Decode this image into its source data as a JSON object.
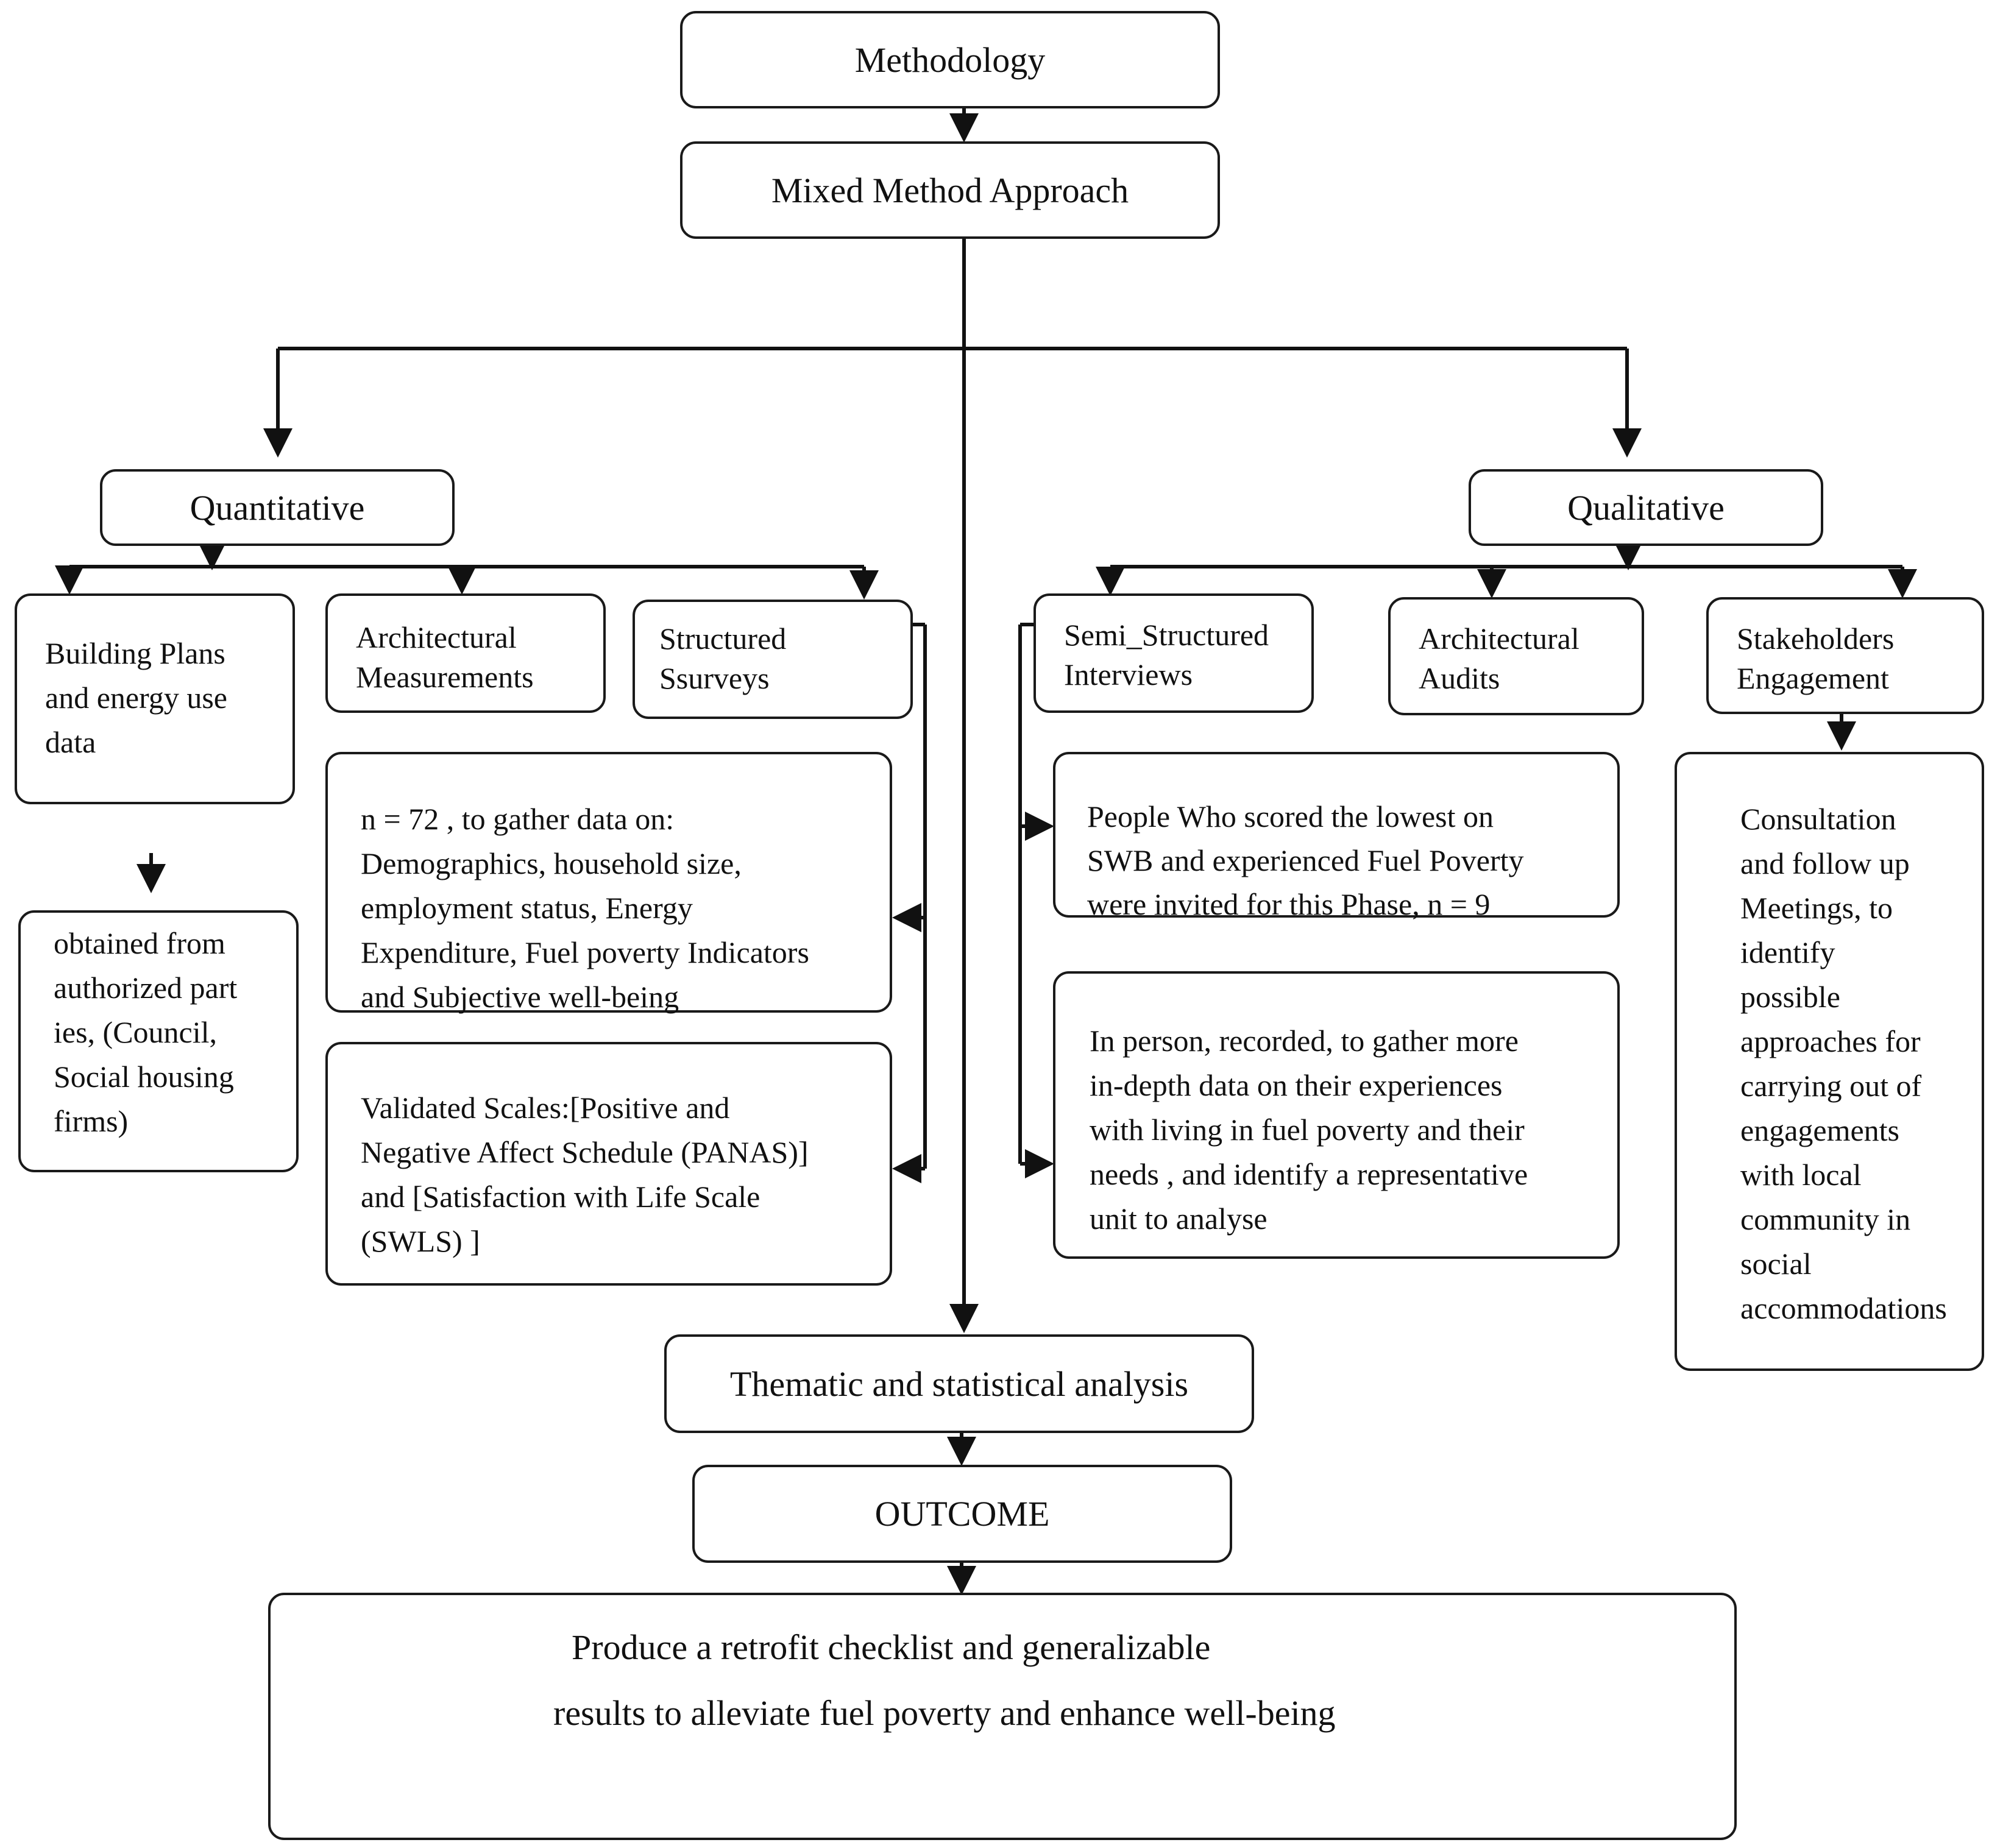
{
  "diagram": {
    "methodology": "Methodology",
    "mixed": "Mixed Method Approach",
    "quantitative": "Quantitative",
    "qualitative": "Qualitative",
    "building_plans": "Building Plans\nand energy use\ndata",
    "obtained": "obtained from\nauthorized part\nies, (Council,\nSocial housing\n firms)",
    "arch_measurements": "Architectural\nMeasurements",
    "structured_surveys": "Structured\nSsurveys",
    "survey_detail": "n = 72 , to gather data on:\nDemographics, household size,\nemployment status, Energy\nExpenditure, Fuel poverty Indicators\nand Subjective well-being",
    "validated_scales": "Validated Scales:[Positive and\nNegative Affect Schedule (PANAS)]\nand  [Satisfaction with Life Scale\n(SWLS) ]",
    "semi_structured": "Semi_Structured\nInterviews",
    "arch_audits": "Architectural\nAudits",
    "stakeholders": "Stakeholders\nEngagement",
    "people_who": "People Who scored the lowest on\nSWB and experienced Fuel Poverty\nwere invited for this Phase, n = 9",
    "in_person": "In person, recorded, to gather more\nin-depth data on their experiences\nwith living in fuel poverty and their\nneeds , and identify a representative\nunit to analyse",
    "consultation": "Consultation\nand follow up\nMeetings, to\nidentify\n  possible\napproaches for\ncarrying out of\nengagements\nwith local\ncommunity in\nsocial\naccommodations",
    "thematic": "Thematic and  statistical  analysis",
    "outcome": "OUTCOME",
    "produce_line1": "Produce a retrofit checklist and generalizable",
    "produce_line2": "results to alleviate fuel poverty and enhance well-being"
  }
}
